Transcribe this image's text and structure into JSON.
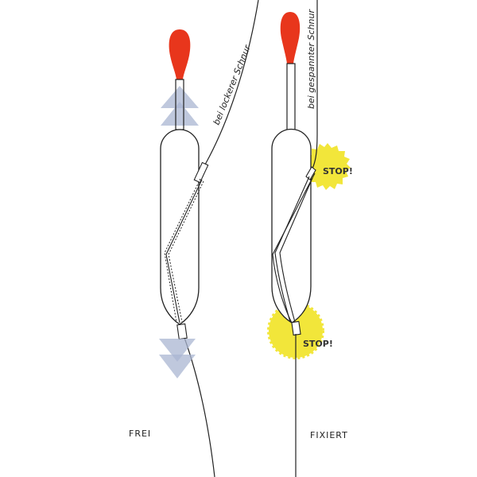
{
  "left_float": {
    "caption": "FREI",
    "line_note": "bei lockerer Schnur"
  },
  "right_float": {
    "caption": "FIXIERT",
    "line_note": "bei gespannter Schnur",
    "stop_top": "STOP!",
    "stop_bottom": "STOP!"
  },
  "colors": {
    "tip": "#e8361c",
    "arrow": "#aab6d2",
    "stop": "#f2e63a",
    "line": "#222222"
  }
}
